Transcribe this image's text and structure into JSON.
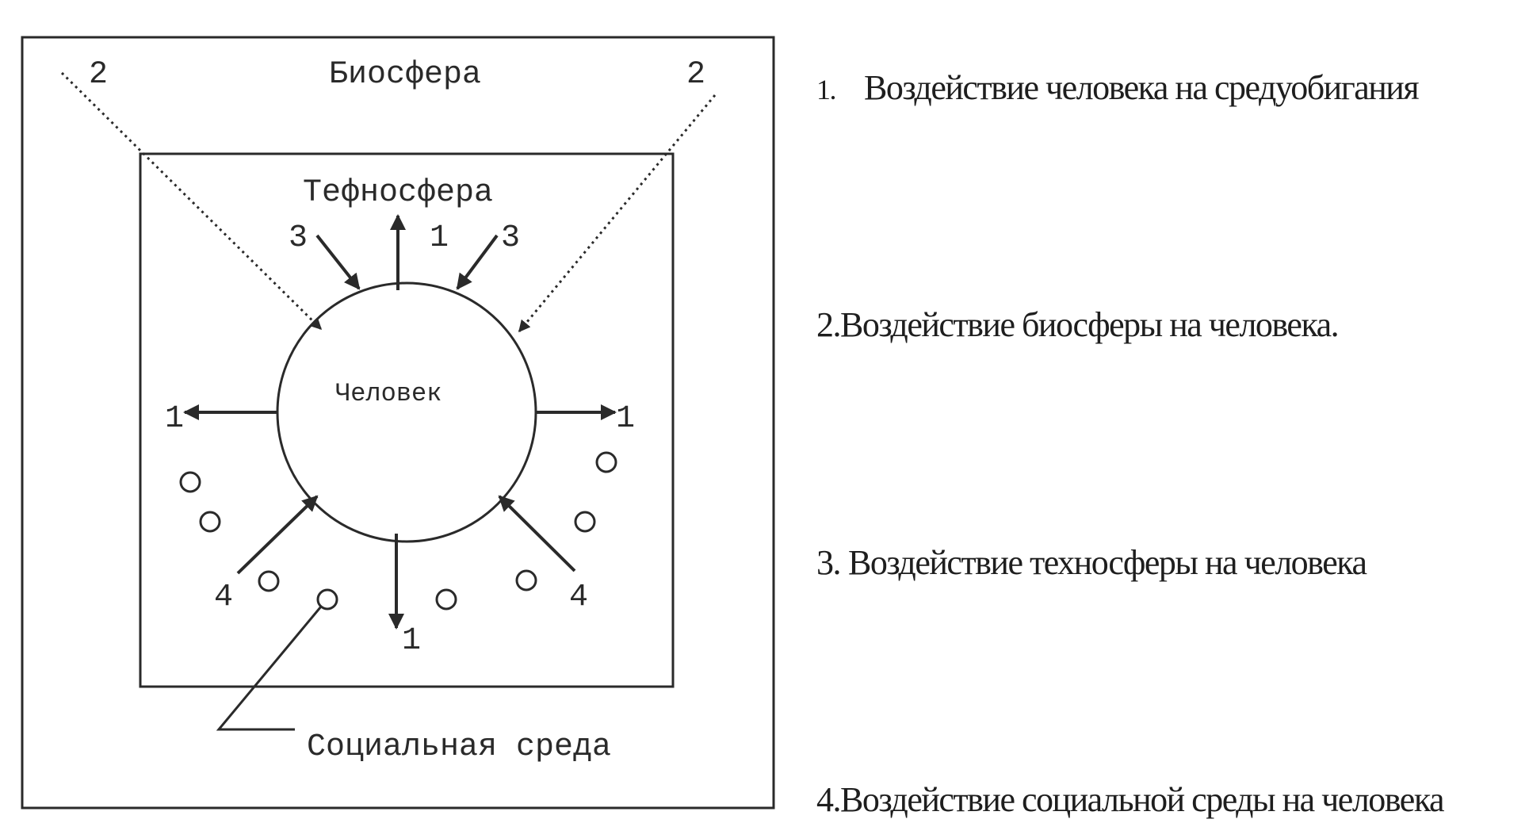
{
  "diagram": {
    "biosphere_label": "Биосфера",
    "technosphere_label": "Тефносфера",
    "human_label": "Человек",
    "social_label": "Социальная среда",
    "num_1": "1",
    "num_2": "2",
    "num_3": "3",
    "num_4": "4"
  },
  "legend": [
    {
      "num": "1.",
      "text": "Воздействие человека на средуобигания"
    },
    {
      "num": "2.",
      "text": "Воздействие биосферы на человека."
    },
    {
      "num": "3.",
      "text": "Воздействие техносферы на человека"
    },
    {
      "num": "4.",
      "text": "Воздействие социальной среды на человека"
    }
  ]
}
